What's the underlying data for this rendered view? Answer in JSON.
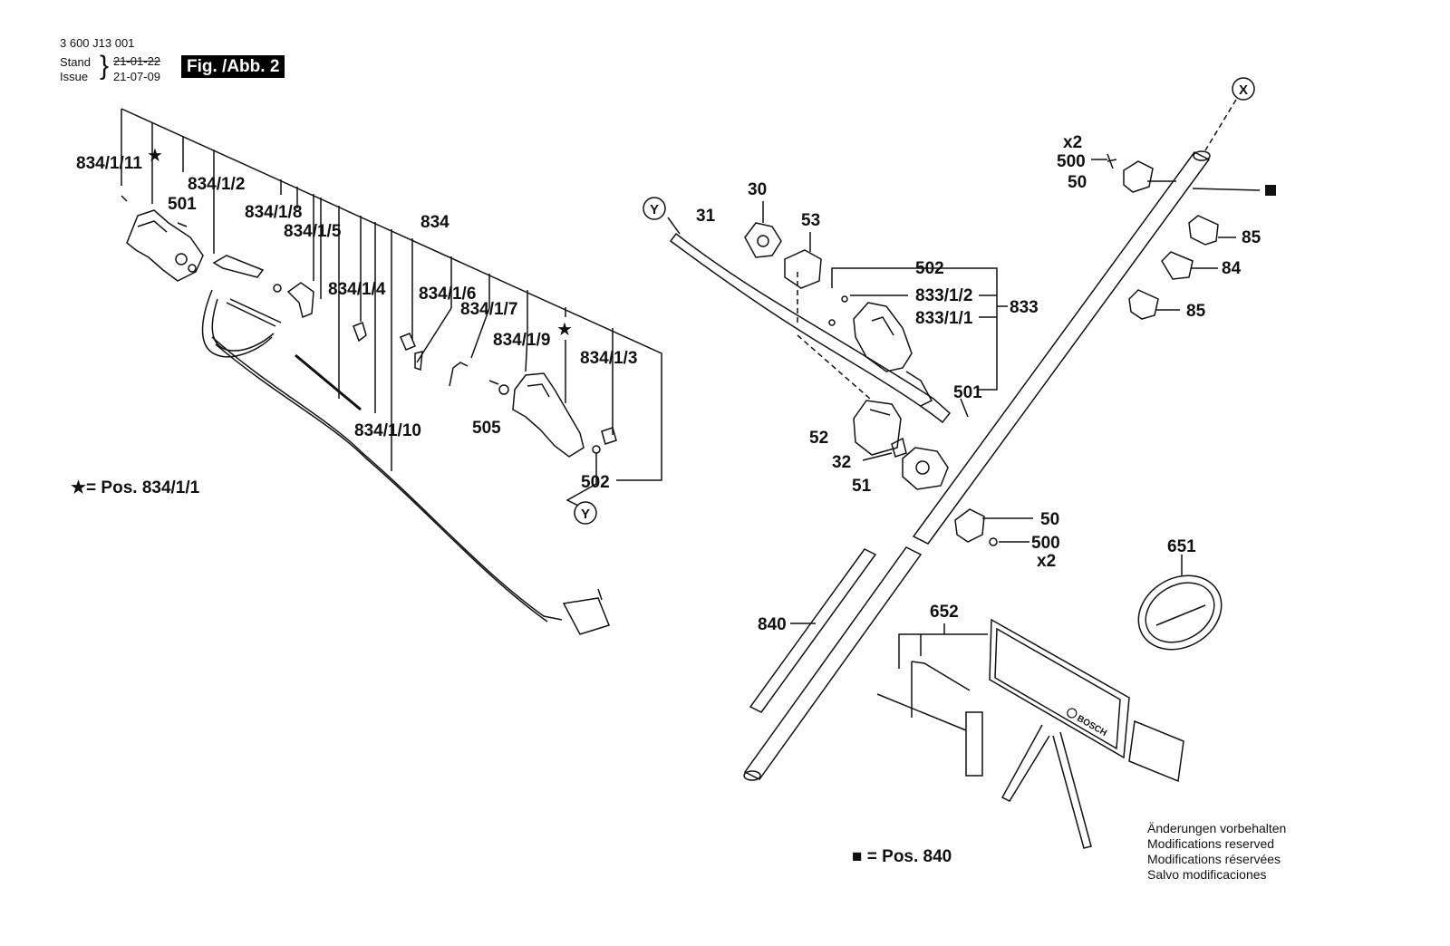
{
  "header": {
    "doc_number": "3 600 J13 001",
    "stand_label": "Stand",
    "issue_label": "Issue",
    "stand_date": "21-01-22",
    "issue_date": "21-07-09",
    "figure": "Fig. /Abb. 2"
  },
  "legend": {
    "star_text": "= Pos. 834/1/1",
    "square_text": "= Pos. 840"
  },
  "disclaimer": [
    "Änderungen vorbehalten",
    "Modifications reserved",
    "Modifications réservées",
    "Salvo modificaciones"
  ],
  "callouts": {
    "x_marker": "X",
    "y_marker": "Y",
    "labels": {
      "p834_1_11": "834/1/11",
      "p501_left": "501",
      "p834_1_2": "834/1/2",
      "p834_1_8": "834/1/8",
      "p834_1_5": "834/1/5",
      "p834": "834",
      "p834_1_4": "834/1/4",
      "p834_1_6": "834/1/6",
      "p834_1_7": "834/1/7",
      "p834_1_9": "834/1/9",
      "p834_1_3": "834/1/3",
      "p505": "505",
      "p834_1_10": "834/1/10",
      "p502_left": "502",
      "p30": "30",
      "p31": "31",
      "p53": "53",
      "p502_right": "502",
      "p833_1_2": "833/1/2",
      "p833": "833",
      "p833_1_1": "833/1/1",
      "p501_right": "501",
      "p52": "52",
      "p32": "32",
      "p51": "51",
      "x2_top": "x2",
      "p500_top": "500",
      "p50_top": "50",
      "p85_top": "85",
      "p84": "84",
      "p85_bottom": "85",
      "p50_bottom": "50",
      "p500_bottom": "500",
      "x2_bottom": "x2",
      "p651": "651",
      "p652": "652",
      "p840": "840"
    }
  },
  "parts": [
    "switch-housing-left",
    "bracket-834-1-2",
    "trigger-834-1-5",
    "spring-834-1-6",
    "clip-834-1-4",
    "clip-834-1-7",
    "switch-housing-right",
    "cable-834-1-10",
    "handle-tube-31",
    "knob-30",
    "clamp-53",
    "grip-833-1-1",
    "clamp-52",
    "spring-32",
    "knob-51",
    "shaft-tube",
    "shaft-840",
    "knob-50-top",
    "knob-50-bottom",
    "clip-85-top",
    "clip-84",
    "clip-85-bottom",
    "guard-651",
    "tool-kit-652",
    "manual-bosch"
  ],
  "brand_mark": "BOSCH"
}
